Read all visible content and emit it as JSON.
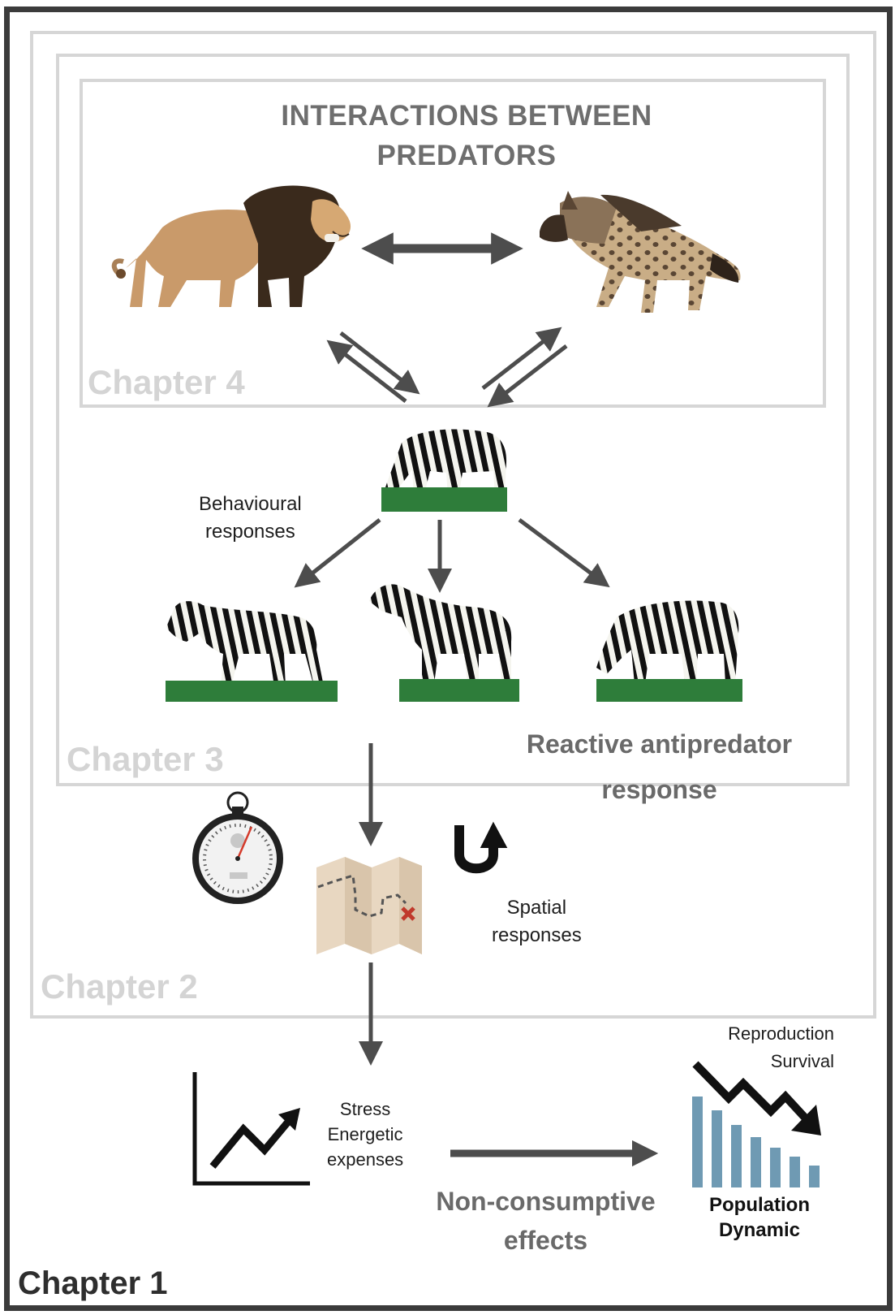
{
  "title": "INTERACTIONS BETWEEN PREDATORS",
  "chapters": {
    "ch1": "Chapter 1",
    "ch2": "Chapter 2",
    "ch3": "Chapter 3",
    "ch4": "Chapter 4"
  },
  "labels": {
    "behavioural_line1": "Behavioural",
    "behavioural_line2": "responses",
    "reactive_line1": "Reactive antipredator",
    "reactive_line2": "response",
    "spatial_line1": "Spatial",
    "spatial_line2": "responses",
    "stress_line1": "Stress",
    "stress_line2": "Energetic",
    "stress_line3": "expenses",
    "repro": "Reproduction",
    "survival": "Survival",
    "nce_line1": "Non-consumptive",
    "nce_line2": "effects",
    "pop_line1": "Population",
    "pop_line2": "Dynamic"
  },
  "icons": [
    "lion-icon",
    "hyena-icon",
    "zebra-grazing-icon",
    "zebra-walking-icon",
    "zebra-standing-icon",
    "stopwatch-icon",
    "map-icon",
    "u-turn-icon",
    "rising-graph-icon",
    "declining-bars-icon"
  ],
  "colors": {
    "arrow": "#4d4d4d",
    "frame_light": "#d6d6d6",
    "frame_dark": "#3b3b3b",
    "bars": "#6f9ab3",
    "grass": "#2e7d3a"
  }
}
